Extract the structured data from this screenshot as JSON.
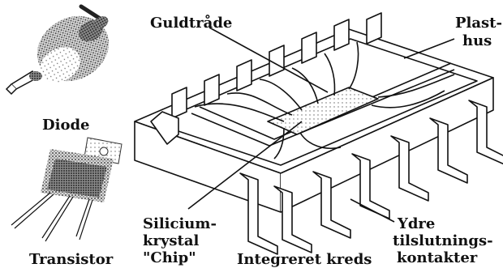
{
  "labels": {
    "diode": "Diode",
    "transistor": "Transistor",
    "guldtraade": "Guldtråde",
    "plasthus_1": "Plast-",
    "plasthus_2": "hus",
    "silicium_1": "Silicium-",
    "silicium_2": "krystal",
    "silicium_3": "\"Chip\"",
    "integreret": "Integreret kreds",
    "ydre_1": "Ydre",
    "ydre_2": "tilslutnings-",
    "ydre_3": "kontakter"
  },
  "colors": {
    "ink": "#111111",
    "paper": "#ffffff",
    "shade": "#9a9a9a"
  }
}
